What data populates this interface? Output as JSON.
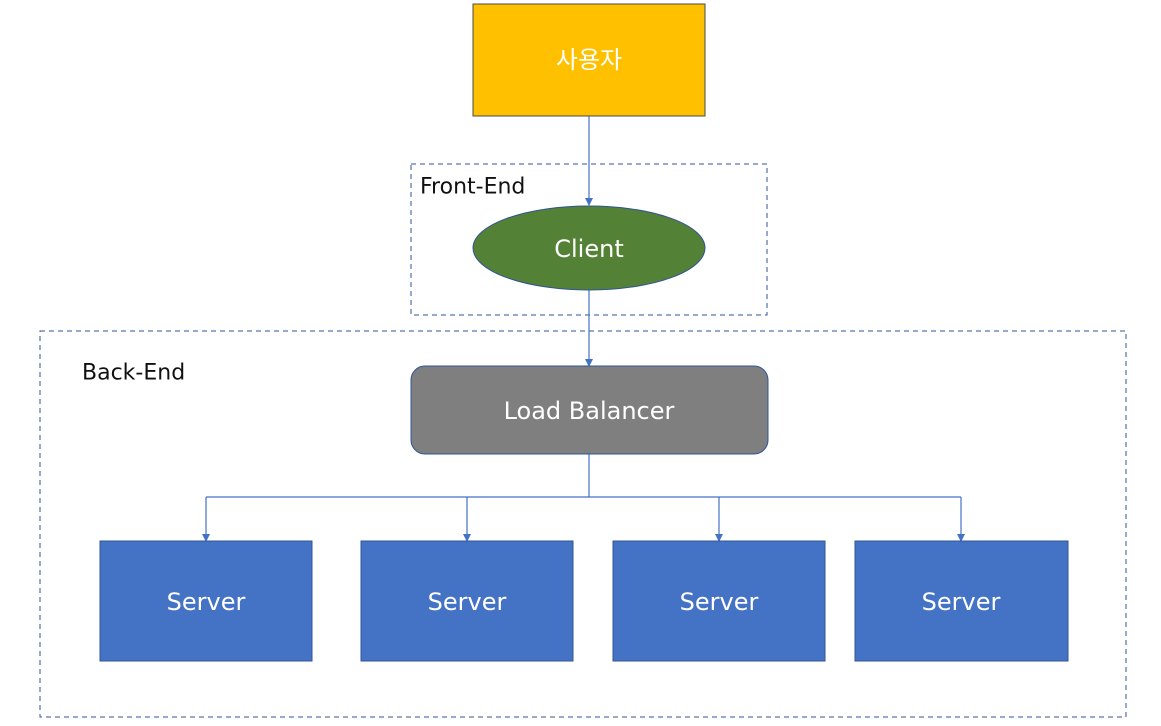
{
  "nodes": {
    "user": {
      "label": "사용자",
      "color": "#FFC000"
    },
    "client": {
      "label": "Client",
      "color": "#538135"
    },
    "load_balancer": {
      "label": "Load Balancer",
      "color": "#7F7F7F"
    },
    "servers": [
      {
        "label": "Server",
        "color": "#4472C4"
      },
      {
        "label": "Server",
        "color": "#4472C4"
      },
      {
        "label": "Server",
        "color": "#4472C4"
      },
      {
        "label": "Server",
        "color": "#4472C4"
      }
    ]
  },
  "groups": {
    "front_end": {
      "label": "Front-End"
    },
    "back_end": {
      "label": "Back-End"
    }
  },
  "edges": [
    {
      "from": "사용자",
      "to": "Client"
    },
    {
      "from": "Client",
      "to": "Load Balancer"
    },
    {
      "from": "Load Balancer",
      "to": "Server"
    },
    {
      "from": "Load Balancer",
      "to": "Server"
    },
    {
      "from": "Load Balancer",
      "to": "Server"
    },
    {
      "from": "Load Balancer",
      "to": "Server"
    }
  ],
  "style": {
    "connector_color": "#4472C4",
    "group_border_color": "#2F5597"
  }
}
